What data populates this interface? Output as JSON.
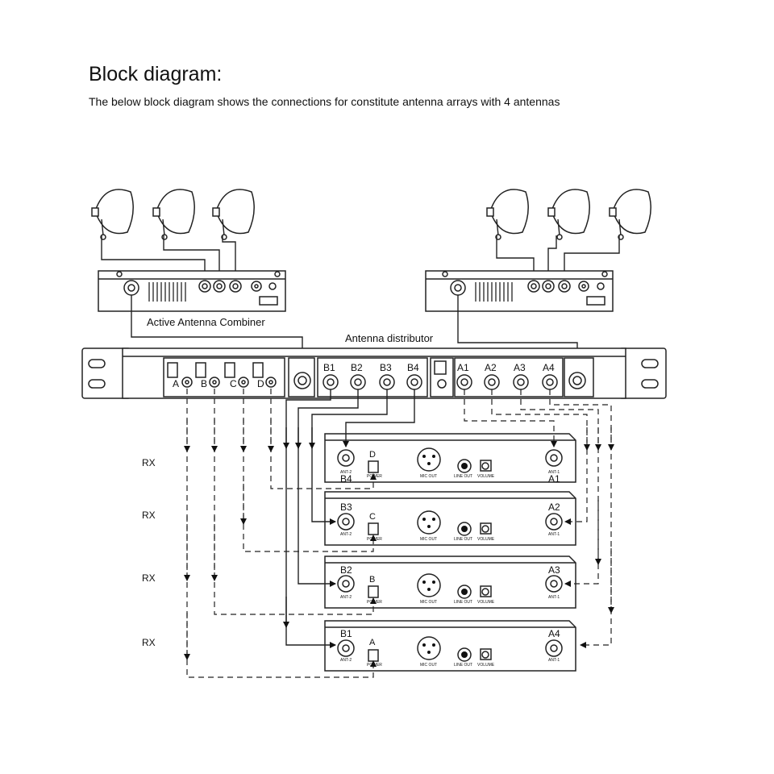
{
  "title": "Block diagram:",
  "subtitle": "The below block diagram shows the connections for constitute antenna arrays with 4 antennas",
  "labels": {
    "combiner": "Active  Antenna Combiner",
    "distributor": "Antenna distributor",
    "rx": "RX"
  },
  "distributor": {
    "b_ports": [
      "B1",
      "B2",
      "B3",
      "B4"
    ],
    "a_ports": [
      "A1",
      "A2",
      "A3",
      "A4"
    ],
    "power_ports": [
      "A",
      "B",
      "C",
      "D"
    ]
  },
  "receivers": [
    {
      "ant2": "B4",
      "power": "D",
      "ant1": "A1"
    },
    {
      "ant2": "B3",
      "power": "C",
      "ant1": "A2"
    },
    {
      "ant2": "B2",
      "power": "B",
      "ant1": "A3"
    },
    {
      "ant2": "B1",
      "power": "A",
      "ant1": "A4"
    }
  ],
  "receiver_captions": {
    "ant2": "ANT-2",
    "ant1": "ANT-1",
    "power": "POWER",
    "mic_out": "MIC OUT",
    "line_out": "LINE OUT",
    "volume": "VOLUME"
  }
}
